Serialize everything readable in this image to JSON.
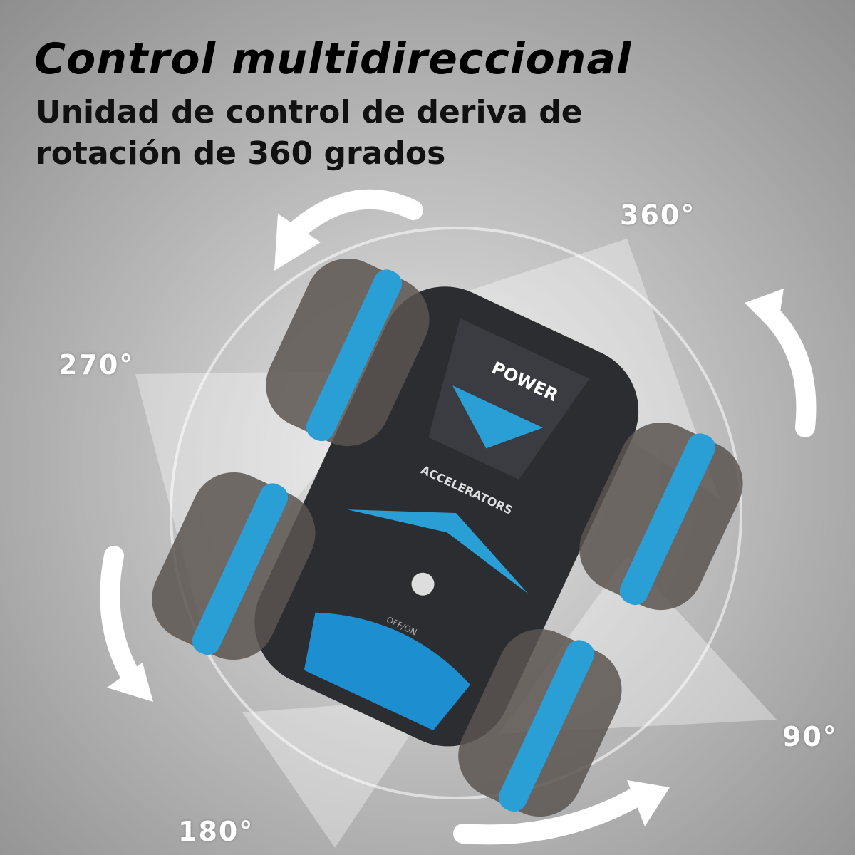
{
  "headline": "Control multidireccional",
  "subtitle_line1": "Unidad de control de deriva de",
  "subtitle_line2": "rotación de 360 grados",
  "angles": {
    "a360": "360°",
    "a270": "270°",
    "a90": "90°",
    "a180": "180°"
  },
  "car": {
    "power": "POWER",
    "accelerators": "ACCELERATORS",
    "switch": "OFF/ON"
  },
  "colors": {
    "accent": "#2a9fd6",
    "body": "#2b2d31",
    "tire": "#5a5550"
  }
}
